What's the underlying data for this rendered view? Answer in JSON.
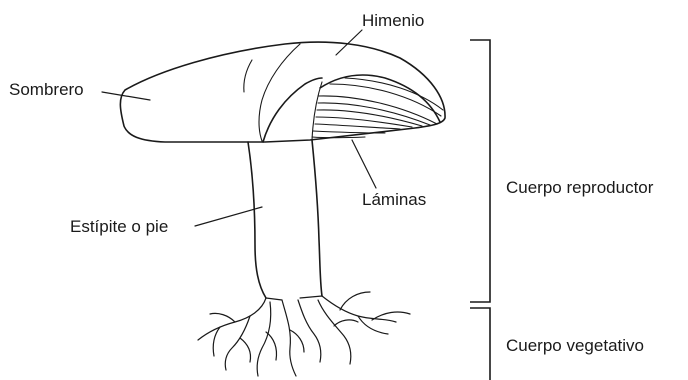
{
  "labels": {
    "himenio": "Himenio",
    "sombrero": "Sombrero",
    "laminas": "Láminas",
    "estipite": "Estípite o pie",
    "cuerpo_reproductor": "Cuerpo reproductor",
    "cuerpo_vegetativo": "Cuerpo vegetativo"
  },
  "colors": {
    "ink": "#1a1a1a",
    "background": "#ffffff"
  }
}
